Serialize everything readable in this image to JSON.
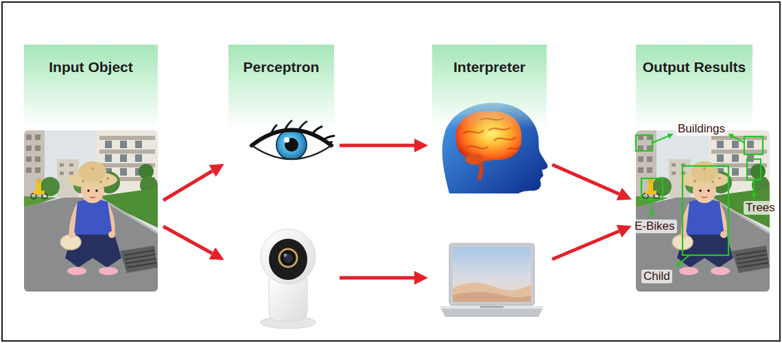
{
  "diagram": {
    "nodes": [
      {
        "text": [
          "Input Object"
        ]
      },
      {
        "text": [
          "Perceptron"
        ]
      },
      {
        "text": [
          "Interpreter"
        ]
      },
      {
        "text": [
          "Output Results"
        ]
      }
    ],
    "edges": [
      {
        "from": 0,
        "to": 1,
        "arrow": "to"
      },
      {
        "from": 0,
        "to": 1,
        "arrow": "to"
      },
      {
        "from": 1,
        "to": 2,
        "arrow": "to"
      },
      {
        "from": 1,
        "to": 2,
        "arrow": "to"
      },
      {
        "from": 2,
        "to": 3,
        "arrow": "to"
      },
      {
        "from": 2,
        "to": 3,
        "arrow": "to"
      }
    ],
    "labels": [
      "Buildings",
      "Trees",
      "E-Bikes",
      "Child"
    ]
  }
}
